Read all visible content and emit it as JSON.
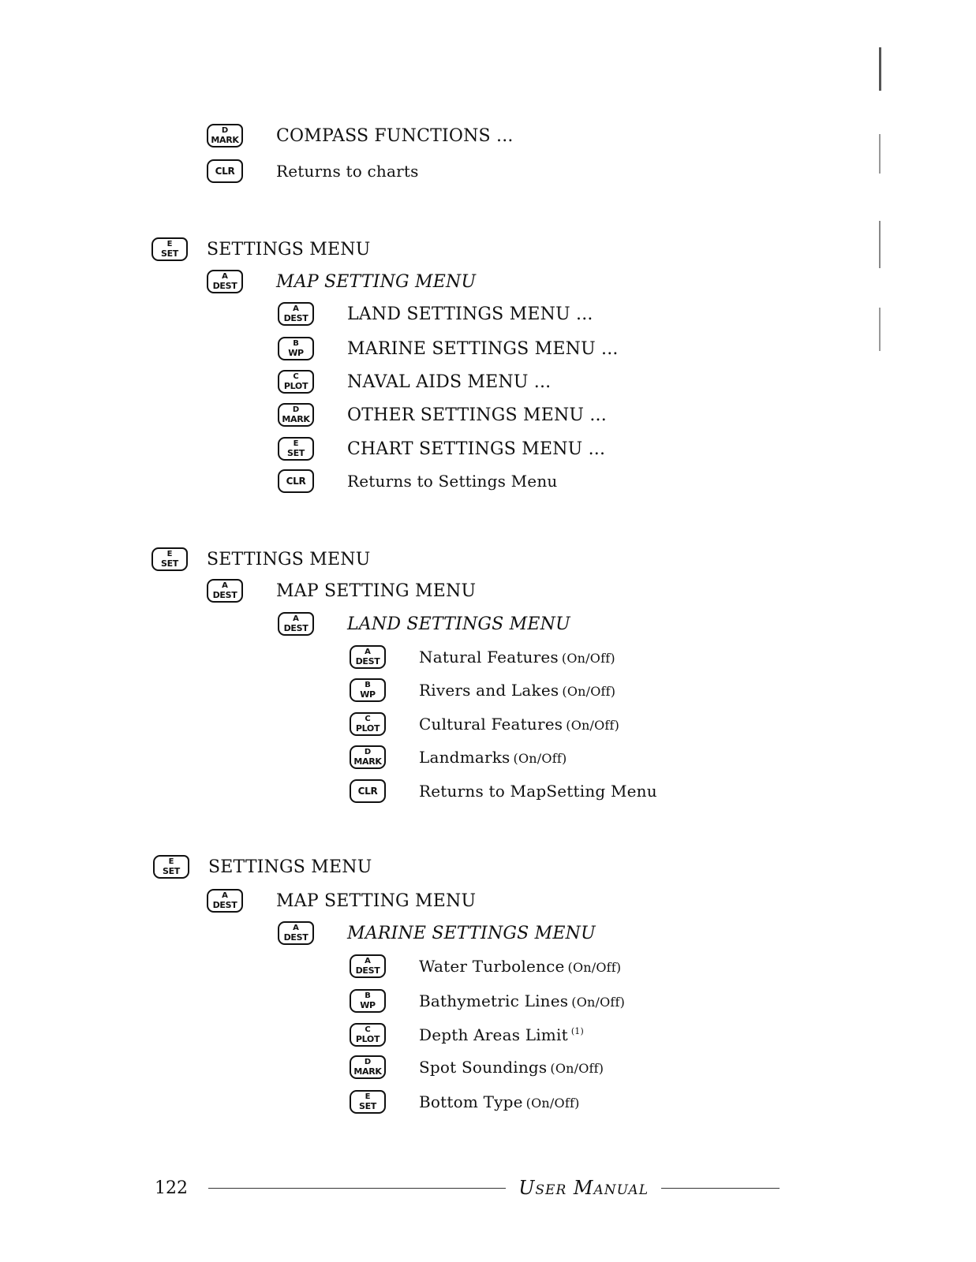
{
  "sections": [
    {
      "rows": [
        {
          "key_top": "D",
          "key_bottom": "MARK",
          "label": "COMPASS FUNCTIONS ..."
        },
        {
          "key_top": "",
          "key_bottom": "CLR",
          "label": "Returns to charts"
        }
      ]
    },
    {
      "rows": [
        {
          "key_top": "E",
          "key_bottom": "SET",
          "label": "SETTINGS MENU"
        },
        {
          "key_top": "A",
          "key_bottom": "DEST",
          "label": "MAP SETTING MENU"
        },
        {
          "key_top": "A",
          "key_bottom": "DEST",
          "label": "LAND SETTINGS MENU ..."
        },
        {
          "key_top": "B",
          "key_bottom": "WP",
          "label": "MARINE SETTINGS MENU ..."
        },
        {
          "key_top": "C",
          "key_bottom": "PLOT",
          "label": "NAVAL AIDS MENU ..."
        },
        {
          "key_top": "D",
          "key_bottom": "MARK",
          "label": "OTHER SETTINGS MENU ..."
        },
        {
          "key_top": "E",
          "key_bottom": "SET",
          "label": "CHART SETTINGS MENU ..."
        },
        {
          "key_top": "",
          "key_bottom": "CLR",
          "label": "Returns to Settings Menu"
        }
      ]
    },
    {
      "rows": [
        {
          "key_top": "E",
          "key_bottom": "SET",
          "label": "SETTINGS MENU"
        },
        {
          "key_top": "A",
          "key_bottom": "DEST",
          "label": "MAP SETTING MENU"
        },
        {
          "key_top": "A",
          "key_bottom": "DEST",
          "label": "LAND SETTINGS MENU"
        },
        {
          "key_top": "A",
          "key_bottom": "DEST",
          "label": "Natural Features",
          "suffix": "(On/Off)"
        },
        {
          "key_top": "B",
          "key_bottom": "WP",
          "label": "Rivers and Lakes",
          "suffix": "(On/Off)"
        },
        {
          "key_top": "C",
          "key_bottom": "PLOT",
          "label": "Cultural Features",
          "suffix": "(On/Off)"
        },
        {
          "key_top": "D",
          "key_bottom": "MARK",
          "label": "Landmarks",
          "suffix": "(On/Off)"
        },
        {
          "key_top": "",
          "key_bottom": "CLR",
          "label": "Returns to MapSetting Menu"
        }
      ]
    },
    {
      "rows": [
        {
          "key_top": "E",
          "key_bottom": "SET",
          "label": "SETTINGS MENU"
        },
        {
          "key_top": "A",
          "key_bottom": "DEST",
          "label": "MAP SETTING MENU"
        },
        {
          "key_top": "A",
          "key_bottom": "DEST",
          "label": "MARINE SETTINGS MENU"
        },
        {
          "key_top": "A",
          "key_bottom": "DEST",
          "label": "Water Turbolence",
          "suffix": "(On/Off)"
        },
        {
          "key_top": "B",
          "key_bottom": "WP",
          "label": "Bathymetric Lines",
          "suffix": "(On/Off)"
        },
        {
          "key_top": "C",
          "key_bottom": "PLOT",
          "label": "Depth Areas Limit",
          "suffix": "(1)"
        },
        {
          "key_top": "D",
          "key_bottom": "MARK",
          "label": "Spot Soundings",
          "suffix": "(On/Off)"
        },
        {
          "key_top": "E",
          "key_bottom": "SET",
          "label": "Bottom Type",
          "suffix": "(On/Off)"
        }
      ]
    }
  ],
  "footer": {
    "page_number": "122",
    "manual_title": "User Manual"
  }
}
